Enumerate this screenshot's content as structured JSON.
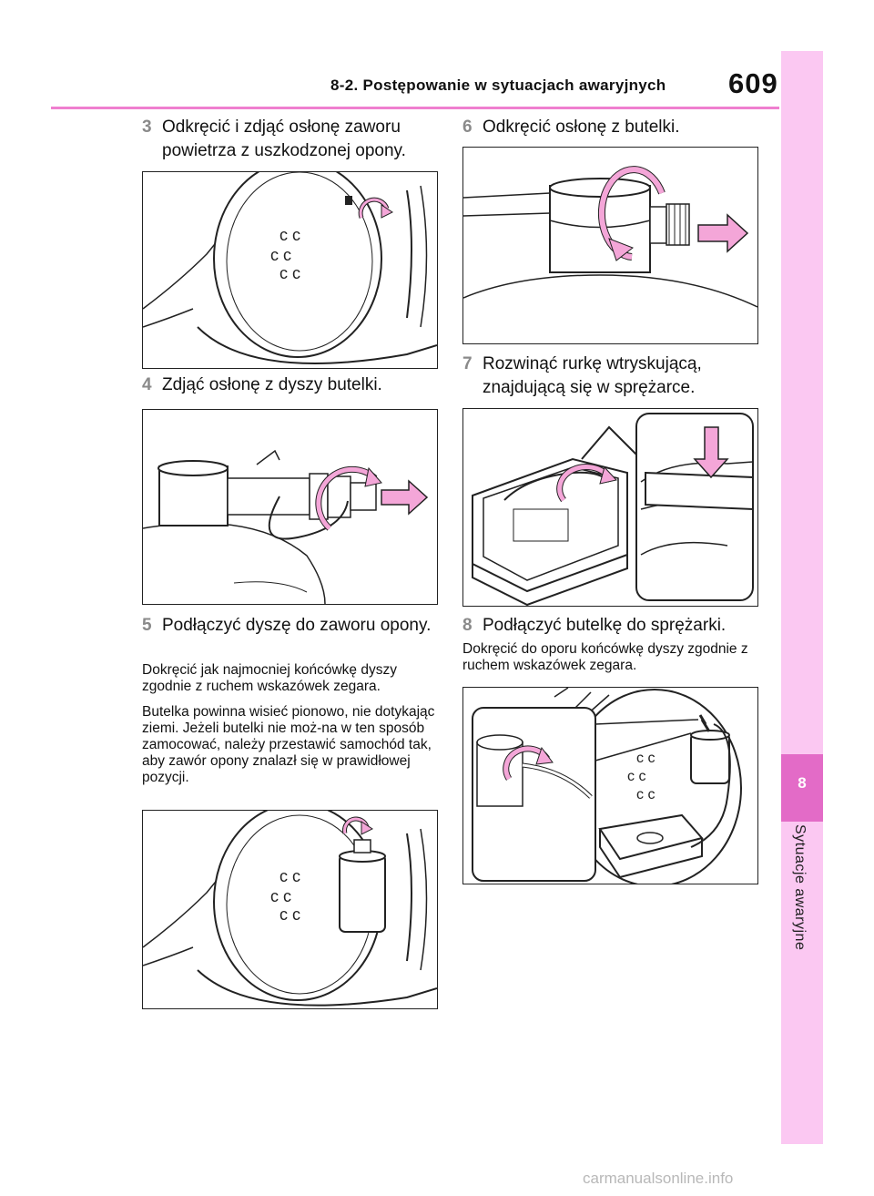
{
  "header": {
    "section_title": "8-2. Postępowanie w sytuacjach awaryjnych",
    "page_number": "609"
  },
  "side_tab": {
    "chapter_number": "8",
    "chapter_label": "Sytuacje awaryjne"
  },
  "steps": [
    {
      "number": "3",
      "text": "Odkręcić i zdjąć osłonę zaworu powietrza z uszkodzonej opony."
    },
    {
      "number": "4",
      "text": "Zdjąć osłonę z dyszy butelki."
    },
    {
      "number": "5",
      "text": "Podłączyć dyszę do zaworu opony."
    },
    {
      "number": "6",
      "text": "Odkręcić osłonę z butelki."
    },
    {
      "number": "7",
      "text": "Rozwinąć rurkę wtryskującą, znajdującą się w sprężarce."
    },
    {
      "number": "8",
      "text": "Podłączyć butelkę do sprężarki."
    }
  ],
  "notes": {
    "step5_note1": "Dokręcić jak najmocniej końcówkę dyszy zgodnie z ruchem wskazówek zegara.",
    "step5_note2": "Butelka powinna wisieć pionowo, nie dotykając ziemi. Jeżeli butelki nie moż-na w ten sposób zamocować, należy przestawić samochód tak, aby zawór opony znalazł się w prawidłowej pozycji.",
    "step8_note1": "Dokręcić do oporu końcówkę dyszy zgodnie z ruchem wskazówek zegara."
  },
  "watermark": "carmanualsonline.info",
  "colors": {
    "accent_pink": "#ef7fcf",
    "side_tab": "#fbc8f2",
    "side_tab_active": "#e36bc7",
    "arrow_fill": "#f4a6d8",
    "step_number": "#8a8a8a"
  }
}
